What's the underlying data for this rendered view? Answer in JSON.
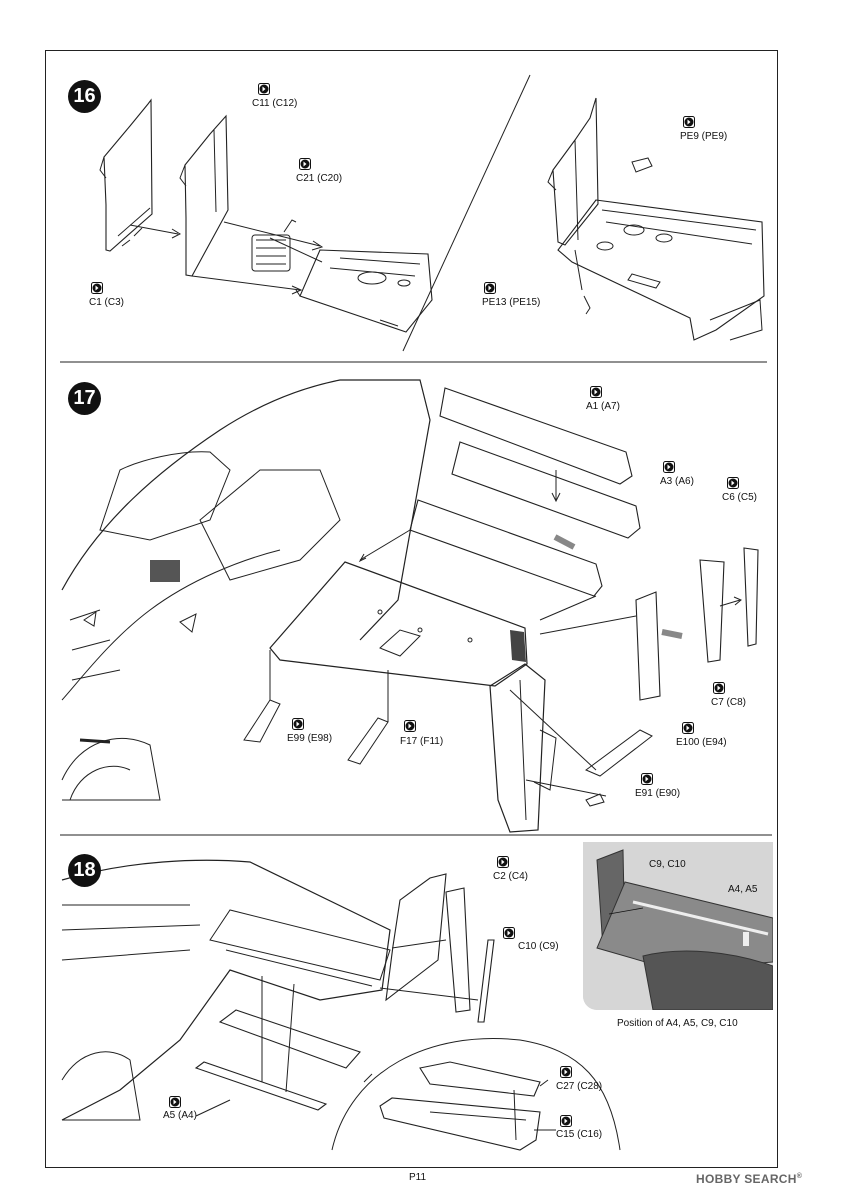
{
  "steps": [
    {
      "number": "16",
      "parts": [
        "C11 (C12)",
        "C21 (C20)",
        "C1 (C3)",
        "PE9 (PE9)",
        "PE13 (PE15)"
      ]
    },
    {
      "number": "17",
      "parts": [
        "A1 (A7)",
        "A3 (A6)",
        "C6 (C5)",
        "C7 (C8)",
        "E99 (E98)",
        "F17 (F11)",
        "E100 (E94)",
        "E91 (E90)"
      ]
    },
    {
      "number": "18",
      "parts": [
        "C2 (C4)",
        "C10 (C9)",
        "A5 (A4)",
        "C27 (C28)",
        "C15 (C16)"
      ]
    }
  ],
  "inset": {
    "label1": "C9, C10",
    "label2": "A4, A5",
    "caption": "Position of A4, A5, C9, C10"
  },
  "page_number": "P11",
  "watermark": {
    "brand": "HOBBY SEARCH",
    "reg": "®"
  },
  "icons": {
    "part_icon": "arrow-right-in-square-icon"
  }
}
